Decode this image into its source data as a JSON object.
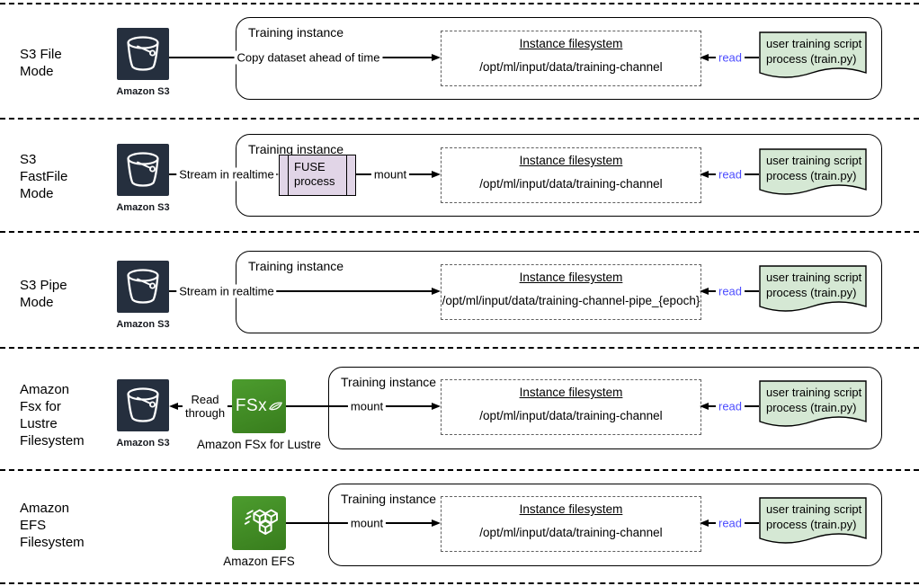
{
  "colors": {
    "s3_icon_bg": "#252F3E",
    "fsx_icon_green": "#3F8624",
    "efs_icon_green": "#3F8624",
    "document_fill": "#D5E8D4",
    "fuse_process_fill": "#E1D5E7",
    "read_label_blue": "#4D4DFF"
  },
  "shared": {
    "training_instance": "Training instance",
    "instance_filesystem": "Instance filesystem",
    "read": "read",
    "amazon_s3": "Amazon S3",
    "script_line1": "user training script",
    "script_line2": "process (train.py)"
  },
  "rows": [
    {
      "label_lines": [
        "S3 File",
        "Mode"
      ],
      "arrow_label": "Copy dataset ahead of time",
      "path": "/opt/ml/input/data/training-channel"
    },
    {
      "label_lines": [
        "S3",
        "FastFile",
        "Mode"
      ],
      "arrow_label": "Stream in realtime",
      "fuse_lines": [
        "FUSE",
        "process"
      ],
      "mount_label": "mount",
      "path": "/opt/ml/input/data/training-channel"
    },
    {
      "label_lines": [
        "S3 Pipe",
        "Mode"
      ],
      "arrow_label": "Stream in realtime",
      "path": "/opt/ml/input/data/training-channel-pipe_{epoch}"
    },
    {
      "label_lines": [
        "Amazon",
        "Fsx for",
        "Lustre",
        "Filesystem"
      ],
      "read_through_lines": [
        "Read",
        "through"
      ],
      "fsx_icon_text": "FSx",
      "fsx_label": "Amazon FSx for Lustre",
      "mount_label": "mount",
      "path": "/opt/ml/input/data/training-channel"
    },
    {
      "label_lines": [
        "Amazon",
        "EFS",
        "Filesystem"
      ],
      "efs_label": "Amazon EFS",
      "mount_label": "mount",
      "path": "/opt/ml/input/data/training-channel"
    }
  ]
}
